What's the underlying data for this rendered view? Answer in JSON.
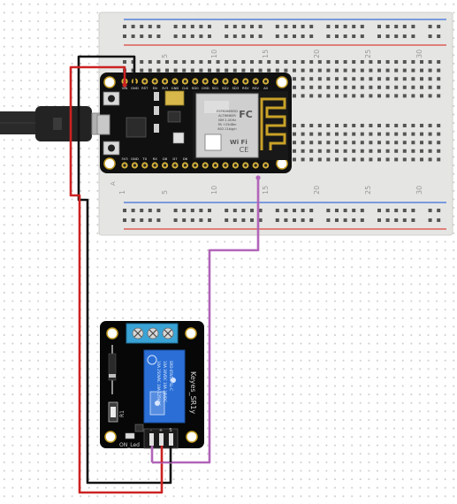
{
  "breadboard": {
    "column_numbers": [
      "1",
      "5",
      "10",
      "15",
      "20",
      "25",
      "30"
    ],
    "row_letter": "A"
  },
  "nodemcu": {
    "chip_logo": "Wi Fi",
    "chip_text": [
      "ESP8266MOD",
      "AI-THINKER",
      "ISM 2.4GHz",
      "PA +25dBm",
      "802.11b/g/n"
    ],
    "top_pins": [
      "VIN",
      "GND",
      "RST",
      "EN",
      "3V3",
      "GND",
      "CLK",
      "SD0",
      "CMD",
      "SD1",
      "SD2",
      "SD3",
      "RSV",
      "RSV",
      "A0"
    ],
    "bottom_pins": [
      "3V3",
      "GND",
      "TX",
      "RX",
      "D8",
      "D7",
      "D6",
      "D5",
      "GND",
      "3V3",
      "D4",
      "D3",
      "D2",
      "D1",
      "D0"
    ]
  },
  "relay": {
    "module_label": "Keyes_SR1y",
    "led_label": "ON_Led",
    "r1_label": "R1",
    "relay_text": [
      "10A 250VAC 10A 125VAC",
      "10A 30VDC 10A 28VDC",
      "SRD-05VDC-SL-C"
    ],
    "pin_marks": [
      "-",
      "+",
      "S"
    ]
  },
  "wires": {
    "vin_color": "#cc2222",
    "gnd_color": "#111111",
    "signal_color": "#b165b9"
  }
}
